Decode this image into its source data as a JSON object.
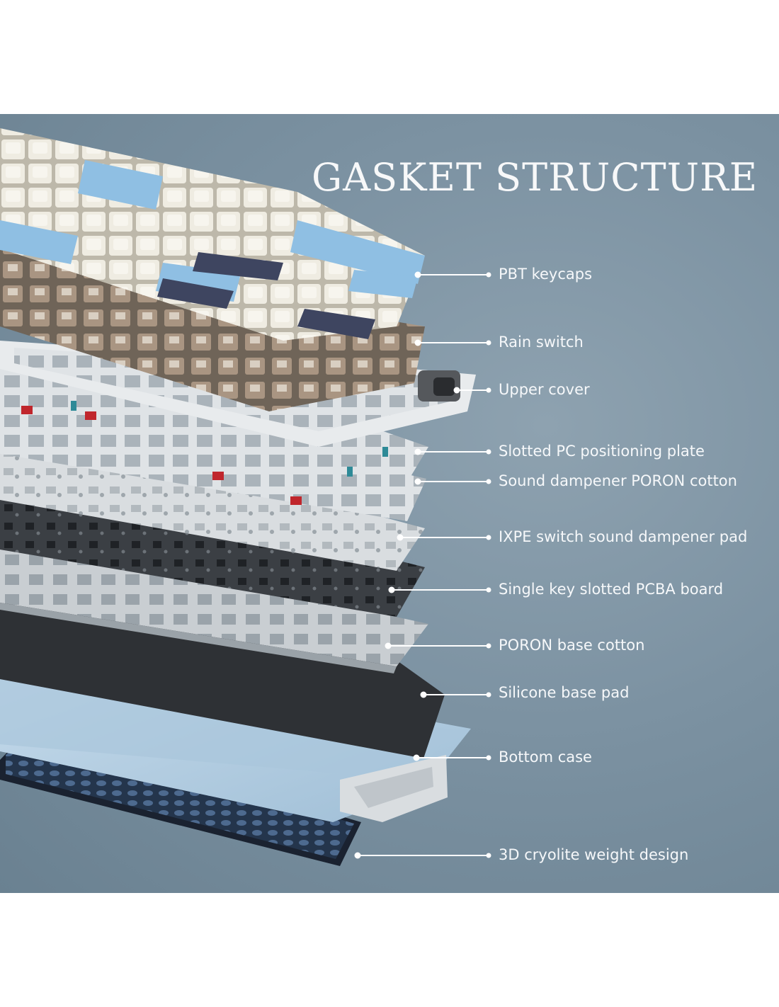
{
  "title": "GASKET STRUCTURE",
  "colors": {
    "background": "#7c92a2",
    "label_text": "#f6f8fa",
    "leader_line": "#ffffff",
    "keycap_cream": "#eeebe0",
    "keycap_blue": "#8fbfe3",
    "keycap_navy": "#3e4560",
    "switch_brown": "#a99582"
  },
  "callouts": [
    {
      "label": "PBT keycaps"
    },
    {
      "label": "Rain switch"
    },
    {
      "label": "Upper cover"
    },
    {
      "label": "Slotted PC positioning plate"
    },
    {
      "label": "Sound dampener PORON cotton"
    },
    {
      "label": "IXPE switch sound dampener pad"
    },
    {
      "label": "Single key slotted PCBA board"
    },
    {
      "label": "PORON base cotton"
    },
    {
      "label": "Silicone base pad"
    },
    {
      "label": "Bottom case"
    },
    {
      "label": "3D cryolite weight design"
    }
  ]
}
